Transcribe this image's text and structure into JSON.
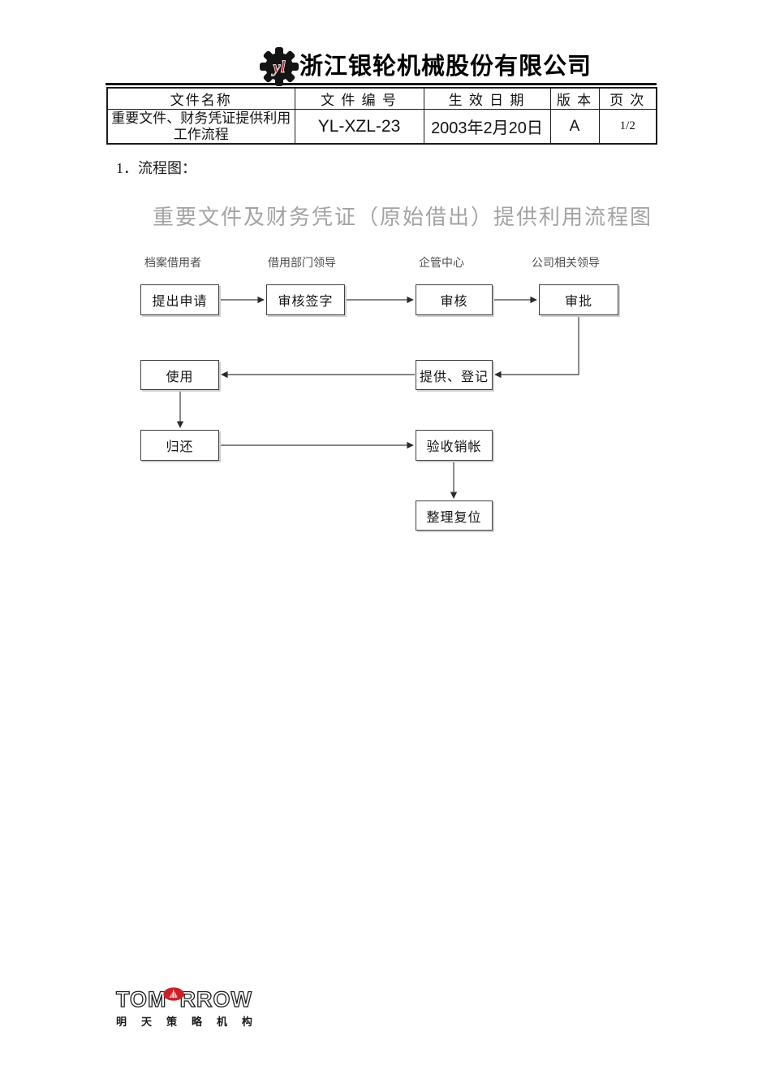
{
  "header": {
    "company_name": "浙江银轮机械股份有限公司",
    "logo_icon": "gear-with-red-yl-monogram"
  },
  "doc_table": {
    "headers": [
      "文件名称",
      "文 件 编 号",
      "生 效 日 期",
      "版 本",
      "页 次"
    ],
    "row": {
      "file_name": "重要文件、财务凭证提供利用工作流程",
      "file_number": "YL-XZL-23",
      "effective_date": "2003年2月20日",
      "version": "A",
      "page": "1/2"
    }
  },
  "section": {
    "label": "1．流程图："
  },
  "flowchart": {
    "title": "重要文件及财务凭证（原始借出）提供利用流程图",
    "lanes": [
      "档案借用者",
      "借用部门领导",
      "企管中心",
      "公司相关领导"
    ],
    "nodes": {
      "apply": "提出申请",
      "review_sign": "审核签字",
      "review": "审核",
      "approve": "审批",
      "use": "使用",
      "provide_register": "提供、登记",
      "return": "归还",
      "verify_writeoff": "验收销帐",
      "restore": "整理复位"
    },
    "edges": [
      {
        "from": "提出申请",
        "to": "审核签字"
      },
      {
        "from": "审核签字",
        "to": "审核"
      },
      {
        "from": "审核",
        "to": "审批"
      },
      {
        "from": "审批",
        "to": "提供、登记"
      },
      {
        "from": "提供、登记",
        "to": "使用"
      },
      {
        "from": "使用",
        "to": "归还"
      },
      {
        "from": "归还",
        "to": "验收销帐"
      },
      {
        "from": "验收销帐",
        "to": "整理复位"
      }
    ]
  },
  "footer": {
    "logo_left": "TOM",
    "logo_right": "RROW",
    "logo_sub_chars": [
      "明",
      "天",
      "策",
      "略",
      "机",
      "构"
    ],
    "ellipse_icon": "red-ellipse-skyline"
  },
  "colors": {
    "accent_red": "#c1272d",
    "footer_red": "#cc2027",
    "line": "#3f3f3f",
    "title_gray": "#a3a3a3"
  }
}
